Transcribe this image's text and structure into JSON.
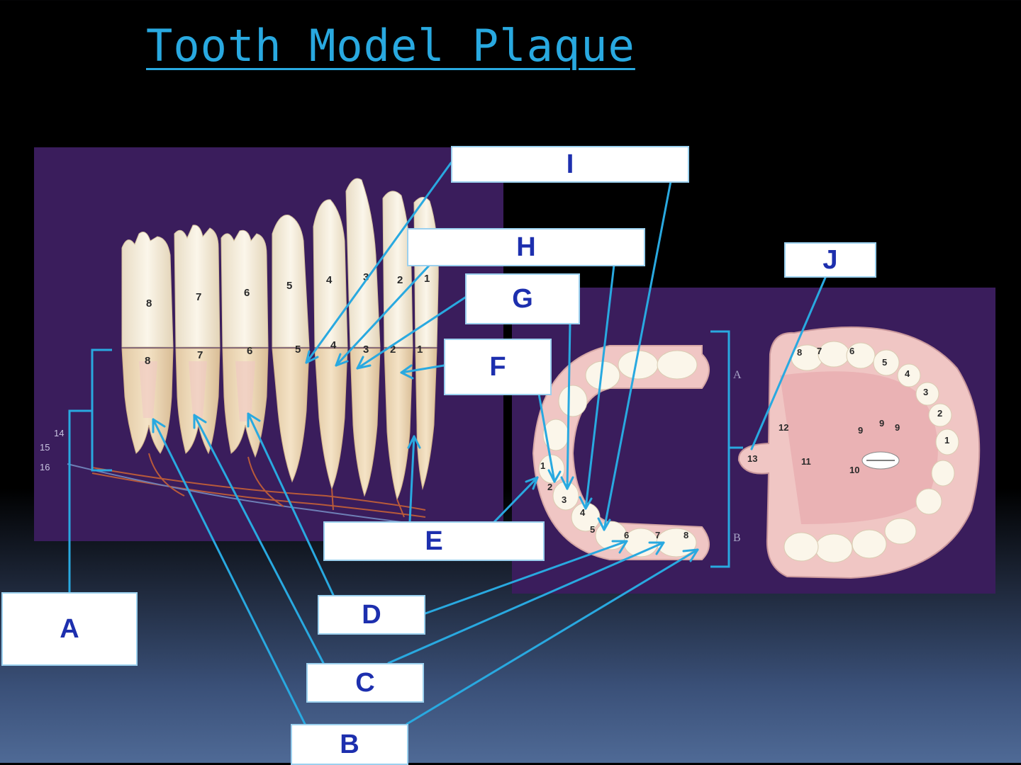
{
  "title": "Tooth Model Plaque",
  "labels": {
    "A": "A",
    "B": "B",
    "C": "C",
    "D": "D",
    "E": "E",
    "F": "F",
    "G": "G",
    "H": "H",
    "I": "I",
    "J": "J"
  },
  "tooth_numbers": {
    "upper_row": [
      "8",
      "7",
      "6",
      "5",
      "4",
      "3",
      "2",
      "1"
    ],
    "lower_row": [
      "8",
      "7",
      "6",
      "5",
      "4",
      "3",
      "2",
      "1"
    ],
    "left_side": [
      "14",
      "15",
      "16"
    ],
    "arch": [
      "1",
      "2",
      "3",
      "4",
      "5",
      "6",
      "7",
      "8"
    ],
    "palate_teeth": [
      "8",
      "7",
      "6",
      "5",
      "4",
      "3",
      "2",
      "1"
    ],
    "palate_regions": [
      "12",
      "9",
      "9",
      "9",
      "13",
      "11",
      "10"
    ],
    "arch_markers": [
      "A",
      "B"
    ]
  },
  "colors": {
    "background": "#000000",
    "title": "#29a9e0",
    "panel": "#3a1d5c",
    "leader_line": "#29a9e0",
    "label_text": "#1d2fae",
    "tooth": "#f2e9d6",
    "gum": "#f0c6c4"
  }
}
